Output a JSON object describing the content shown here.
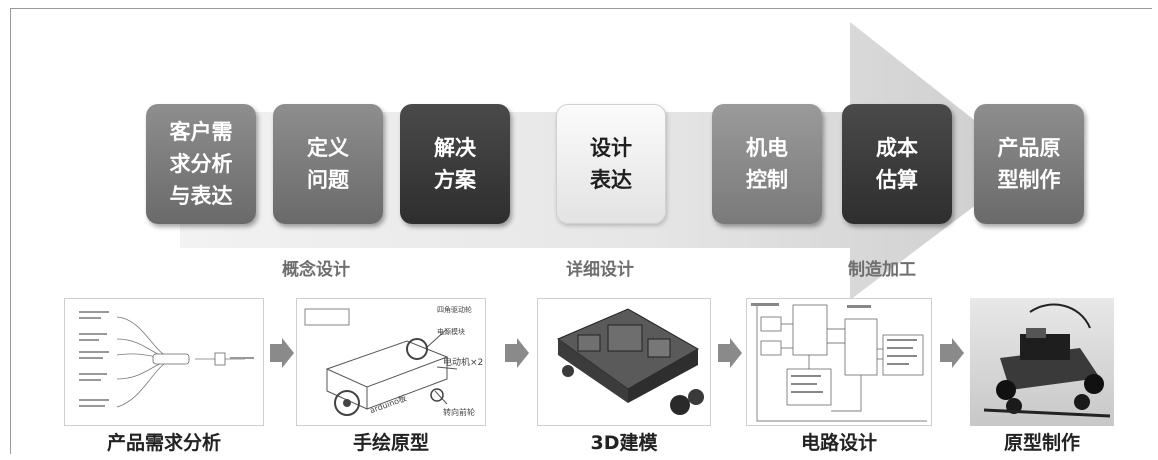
{
  "process_steps": [
    {
      "label": "客户需\n求分析\n与表达",
      "tone": "mid"
    },
    {
      "label": "定义\n问题",
      "tone": "mid"
    },
    {
      "label": "解决\n方案",
      "tone": "dark"
    },
    {
      "label": "设计\n表达",
      "tone": "light"
    },
    {
      "label": "机电\n控制",
      "tone": "med"
    },
    {
      "label": "成本\n估算",
      "tone": "dark"
    },
    {
      "label": "产品原\n型制作",
      "tone": "mid"
    }
  ],
  "phases": [
    "概念设计",
    "详细设计",
    "制造加工"
  ],
  "artifacts": [
    {
      "caption": "产品需求分析",
      "image": "mind-map"
    },
    {
      "caption": "手绘原型",
      "image": "hand-sketch",
      "annotations": [
        "四角驱动轮",
        "电源模块",
        "电动机×2",
        "arduino板",
        "转向前轮"
      ]
    },
    {
      "caption": "3D建模",
      "image": "3d-model"
    },
    {
      "caption": "电路设计",
      "image": "circuit-diagram"
    },
    {
      "caption": "原型制作",
      "image": "robot-car-photo"
    }
  ],
  "colors": {
    "arrow": "#d6d6d6",
    "step_mid": "#7c7c7c",
    "step_dark": "#3a3a3a",
    "step_light": "#f0f0f0",
    "chevron": "#8a8a8a"
  }
}
